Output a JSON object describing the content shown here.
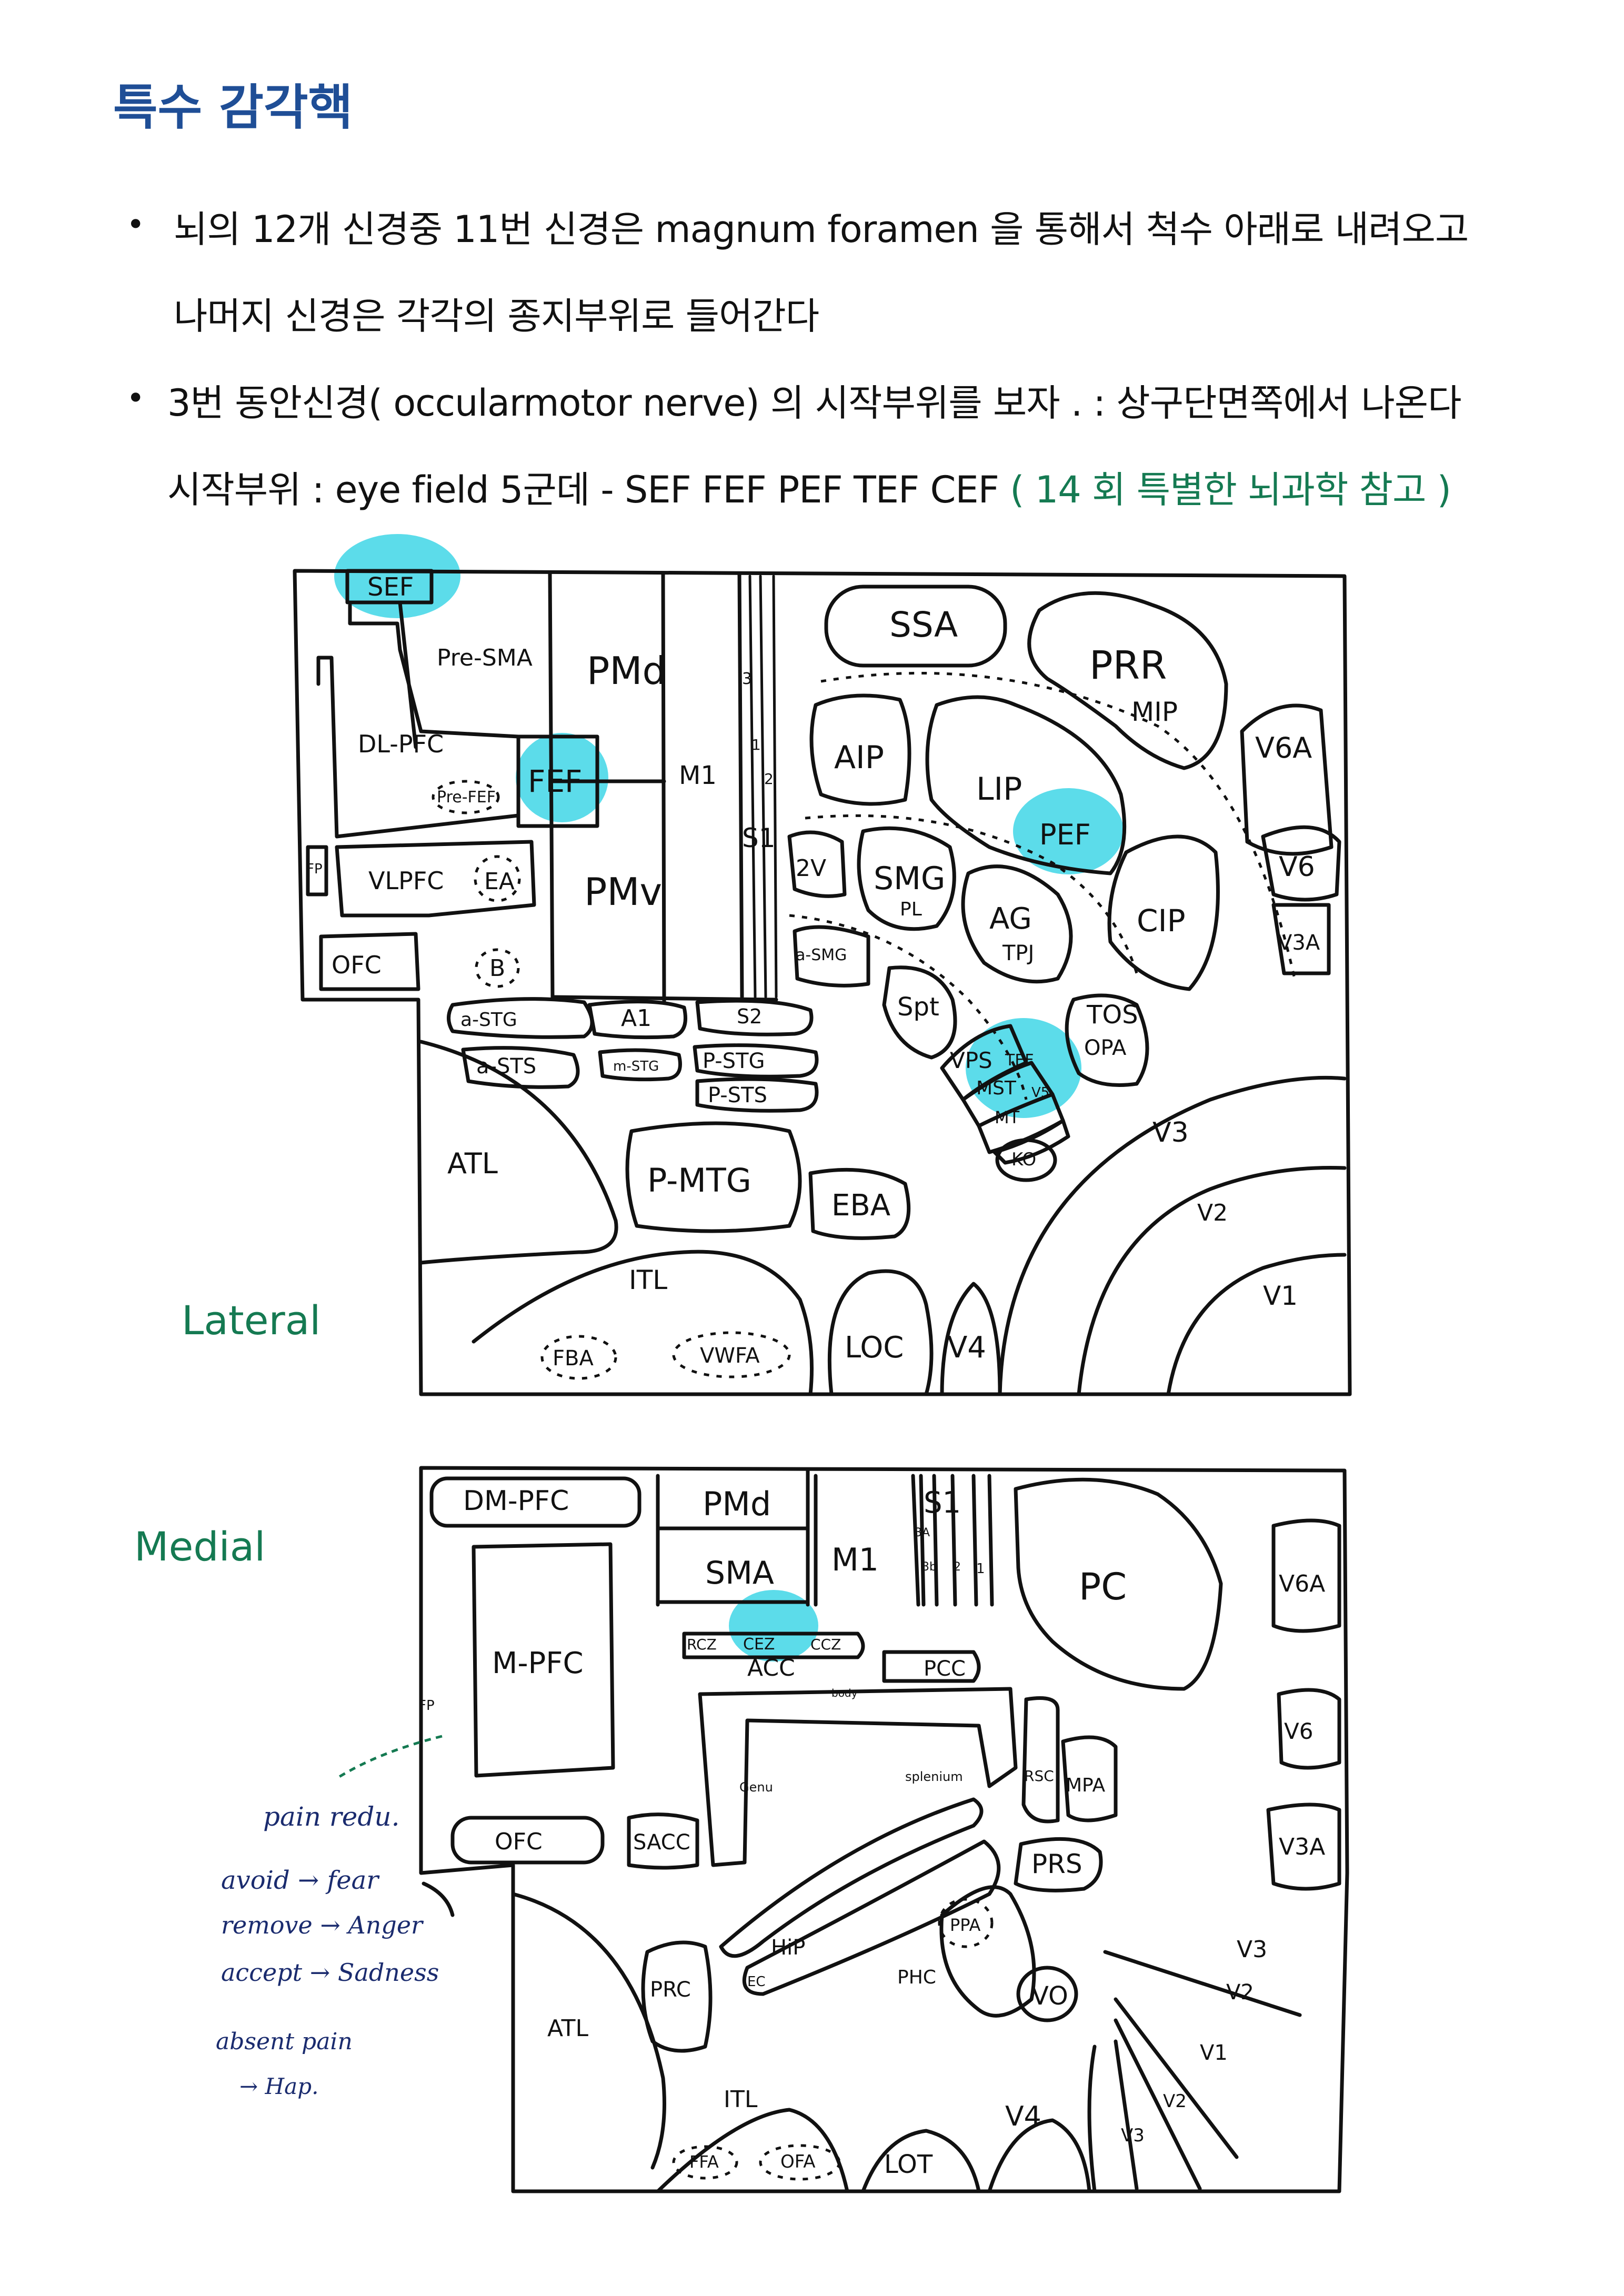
{
  "title": "특수 감각핵",
  "bullets": [
    {
      "line1": "뇌의 12개 신경중 11번 신경은 magnum foramen 을 통해서 척수 아래로 내려오고",
      "line2": "나머지 신경은 각각의 종지부위로 들어간다"
    },
    {
      "line1": "3번 동안신경( occularmotor nerve) 의 시작부위를 보자 . : 상구단면쪽에서 나온다",
      "line2_prefix": "시작부위 :  eye field 5군데  - SEF FEF PEF TEF CEF ",
      "line2_note": "( 14 회 특별한 뇌과학 참고 )"
    }
  ],
  "accent_color": "#157a52",
  "highlight_color": "#3fd6e6",
  "lateral": {
    "caption": "Lateral",
    "regions": {
      "sef": "SEF",
      "pre_sma": "Pre-SMA",
      "pmd": "PMd",
      "dl_pfc": "DL-PFC",
      "pre_fef": "Pre-FEF",
      "fef": "FEF",
      "m1": "M1",
      "s1": "S1",
      "n3": "3",
      "n1": "1",
      "n2": "2",
      "fp": "FP",
      "vlpfc": "VLPFC",
      "ea": "EA",
      "pmv": "PMv",
      "ofc": "OFC",
      "b": "B",
      "ssa": "SSA",
      "prr": "PRR",
      "mip": "MIP",
      "v6a": "V6A",
      "aip": "AIP",
      "lip": "LIP",
      "pef": "PEF",
      "v6": "V6",
      "v2v": "2V",
      "smg": "SMG",
      "pl": "PL",
      "ag": "AG",
      "tpj": "TPJ",
      "cip": "CIP",
      "v3a": "V3A",
      "a_smg": "a-SMG",
      "spt": "Spt",
      "tos": "TOS",
      "opa": "OPA",
      "vps": "VPS",
      "tef": "TEF",
      "mst": "MST",
      "mt": "MT",
      "v5": "V5",
      "ko": "KO",
      "a_stg": "a-STG",
      "a1": "A1",
      "s2": "S2",
      "a_sts": "a-STS",
      "m_stg": "m-STG",
      "p_stg": "P-STG",
      "p_sts": "P-STS",
      "atl": "ATL",
      "p_mtg": "P-MTG",
      "eba": "EBA",
      "v3": "V3",
      "v2": "V2",
      "v1": "V1",
      "itl": "ITL",
      "loc": "LOC",
      "v4": "V4",
      "fba": "FBA",
      "vwfa": "VWFA"
    }
  },
  "medial": {
    "caption": "Medial",
    "regions": {
      "dm_pfc": "DM-PFC",
      "pmd": "PMd",
      "s1": "S1",
      "n3a": "3A",
      "n3b": "3b",
      "n2": "2",
      "n1": "1",
      "sma": "SMA",
      "m1": "M1",
      "pc": "PC",
      "v6a": "V6A",
      "m_pfc": "M-PFC",
      "rcz": "RCZ",
      "cez": "CEZ",
      "ccz": "CCZ",
      "acc": "ACC",
      "pcc": "PCC",
      "body": "body",
      "fp": "FP",
      "genu": "Genu",
      "splenium": "splenium",
      "rsc": "RSC",
      "mpa": "MPA",
      "v6": "V6",
      "ofc": "OFC",
      "sacc": "SACC",
      "prs": "PRS",
      "v3a": "V3A",
      "ppa": "PPA",
      "hip": "HiP",
      "prc": "PRC",
      "ec": "EC",
      "phc": "PHC",
      "vo": "VO",
      "v3": "V3",
      "v2": "V2",
      "v1": "V1",
      "v2b": "V2",
      "v3b": "V3",
      "atl": "ATL",
      "itl": "ITL",
      "ffa": "FFA",
      "ofa": "OFA",
      "lot": "LOT",
      "v4": "V4"
    },
    "notes": {
      "pain": "pain redu.",
      "avoid": "avoid  → fear",
      "remove": "remove → Anger",
      "accept": "accept → Sadness",
      "absent": "absent  pain",
      "hap": "→ Hap."
    }
  }
}
